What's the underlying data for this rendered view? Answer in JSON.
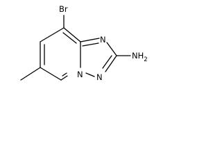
{
  "molecule": {
    "atoms": {
      "bromine": "Br",
      "n1": "N",
      "n2": "N",
      "n3": "N",
      "amine": "NH",
      "amine_subscript": "2"
    }
  }
}
